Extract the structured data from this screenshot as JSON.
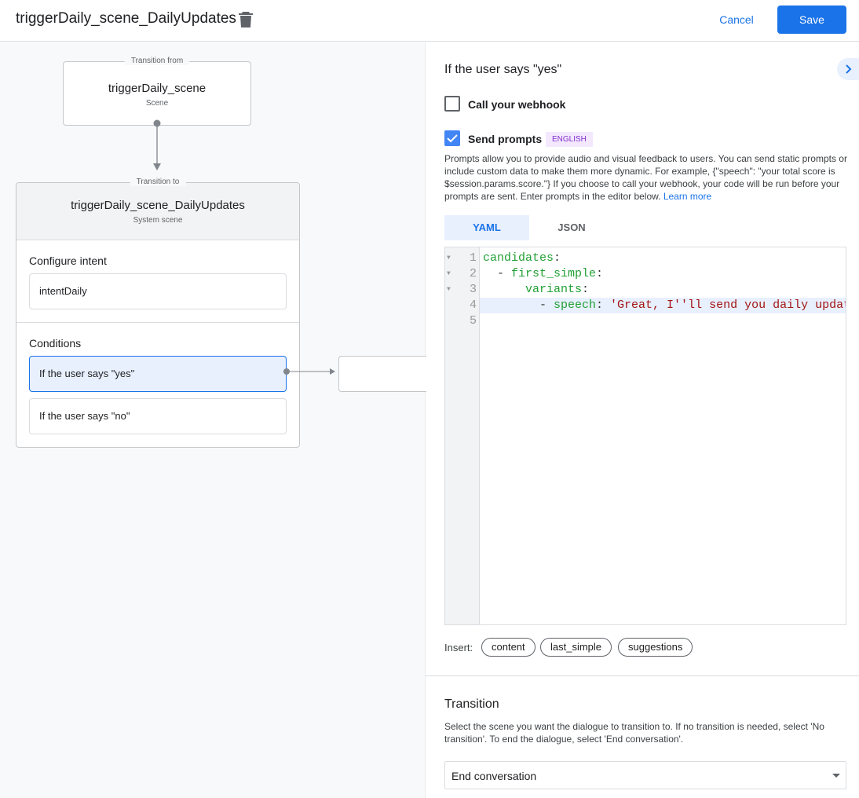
{
  "header": {
    "title": "triggerDaily_scene_DailyUpdates",
    "cancel": "Cancel",
    "save": "Save"
  },
  "diagram": {
    "from": {
      "legend": "Transition from",
      "name": "triggerDaily_scene",
      "type": "Scene"
    },
    "to": {
      "legend": "Transition to",
      "name": "triggerDaily_scene_DailyUpdates",
      "type": "System scene"
    },
    "configure_intent": {
      "label": "Configure intent",
      "intent": "intentDaily"
    },
    "conditions": {
      "label": "Conditions",
      "items": [
        "If the user says \"yes\"",
        "If the user says \"no\""
      ]
    }
  },
  "panel": {
    "heading": "If the user says \"yes\"",
    "webhook": {
      "label": "Call your webhook",
      "checked": false
    },
    "prompts": {
      "label": "Send prompts",
      "checked": true,
      "badge": "ENGLISH",
      "description": "Prompts allow you to provide audio and visual feedback to users. You can send static prompts or include custom data to make them more dynamic. For example, {\"speech\": \"your total score is $session.params.score.\"} If you choose to call your webhook, your code will be run before your prompts are sent. Enter prompts in the editor below.",
      "learn_more": "Learn more"
    },
    "tabs": [
      {
        "label": "YAML",
        "active": true
      },
      {
        "label": "JSON",
        "active": false
      }
    ],
    "editor": {
      "line_numbers": [
        "1",
        "2",
        "3",
        "4",
        "5"
      ],
      "lines": [
        {
          "indent": "",
          "key": "candidates",
          "punct": ":",
          "value": ""
        },
        {
          "indent": "  - ",
          "key": "first_simple",
          "punct": ":",
          "value": ""
        },
        {
          "indent": "      ",
          "key": "variants",
          "punct": ":",
          "value": ""
        },
        {
          "indent": "        - ",
          "key": "speech",
          "punct": ": ",
          "value": "'Great, I''ll send you daily updates."
        }
      ]
    },
    "insert": {
      "label": "Insert:",
      "chips": [
        "content",
        "last_simple",
        "suggestions"
      ]
    },
    "transition": {
      "heading": "Transition",
      "description": "Select the scene you want the dialogue to transition to. If no transition is needed, select 'No transition'. To end the dialogue, select 'End conversation'.",
      "selected": "End conversation"
    }
  },
  "colors": {
    "accent": "#1a73e8",
    "key": "#22a035",
    "string": "#a31515",
    "badge_bg": "#f3e8fd",
    "badge_text": "#8430ce"
  }
}
